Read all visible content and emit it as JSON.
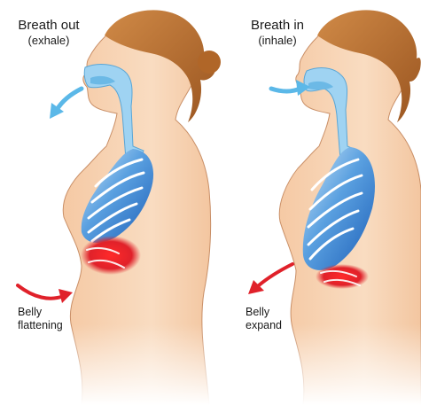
{
  "left": {
    "title": "Breath out",
    "subtitle": "(exhale)",
    "caption_line1": "Belly",
    "caption_line2": "flattening"
  },
  "right": {
    "title": "Breath in",
    "subtitle": "(inhale)",
    "caption_line1": "Belly",
    "caption_line2": "expand"
  },
  "colors": {
    "skin": "#f7d3b3",
    "skin_shadow": "#e7b894",
    "hair": "#b86b2e",
    "airway": "#9fd3f2",
    "lung": "#2f74c8",
    "diaphragm": "#e0212a",
    "arrow_blue": "#5bb8e8",
    "arrow_red": "#e0212a"
  }
}
